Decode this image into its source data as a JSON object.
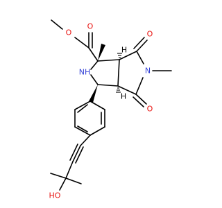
{
  "atoms": {
    "ester_o_top": "O",
    "ester_o_methoxy": "O",
    "pyrrolidine_nh": "NH",
    "imide_n": "N",
    "imide_o_top": "O",
    "imide_o_bottom": "O",
    "hydroxyl": "HO",
    "stereo_h_top": "H",
    "stereo_h_bottom": "H"
  },
  "colors": {
    "oxygen": "#e8120f",
    "nitrogen": "#3341d6",
    "carbon": "#000000",
    "background": "#ffffff"
  }
}
